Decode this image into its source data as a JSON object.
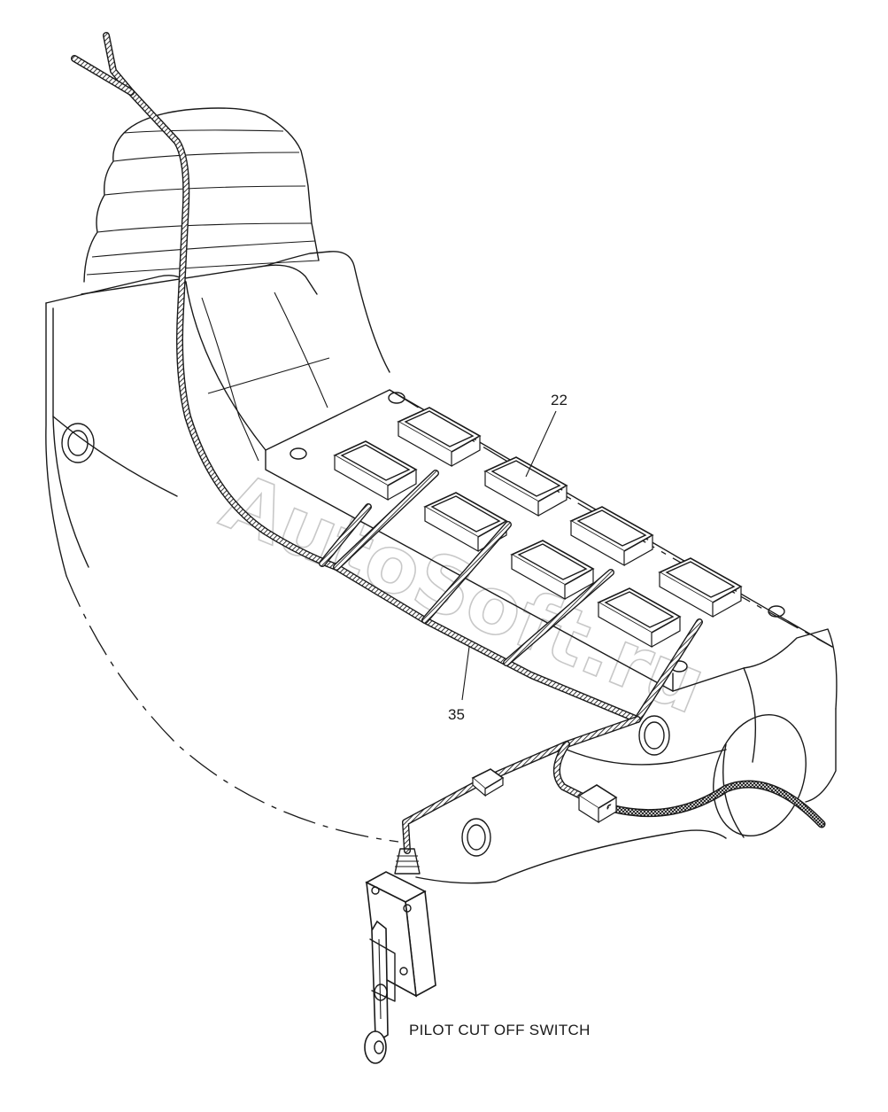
{
  "callouts": {
    "part_22": "22",
    "part_35": "35"
  },
  "caption": "PILOT CUT OFF SWITCH",
  "watermark": "AutoSoft.ru",
  "colors": {
    "line": "#1a1a1a",
    "background": "#ffffff",
    "watermark": "#c8c8c8"
  }
}
